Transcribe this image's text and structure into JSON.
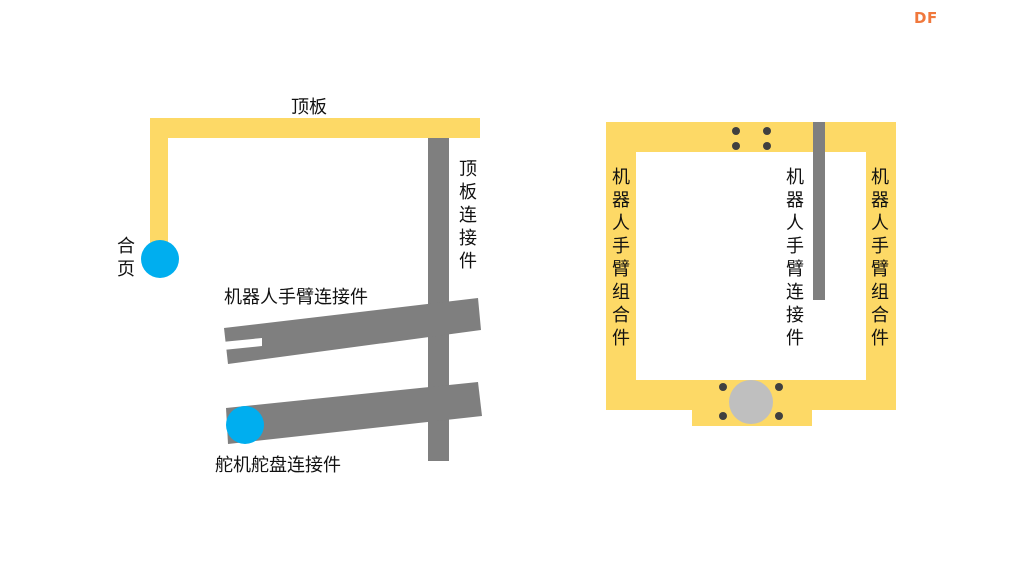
{
  "logo": "DF",
  "colors": {
    "yellow": "#fdd966",
    "gray": "#7f7f7f",
    "blue": "#00aeef",
    "hole": "#404040",
    "disc": "#bfbfbf"
  },
  "left_diagram": {
    "top_plate_label": "顶板",
    "hinge_label": "合页",
    "top_plate_connector_label": "顶板连接件",
    "arm_connector_label": "机器人手臂连接件",
    "servo_horn_connector_label": "舵机舵盘连接件"
  },
  "right_diagram": {
    "left_side_label": "机器人手臂组合件",
    "right_side_label": "机器人手臂组合件",
    "center_label": "机器人手臂连接件"
  }
}
